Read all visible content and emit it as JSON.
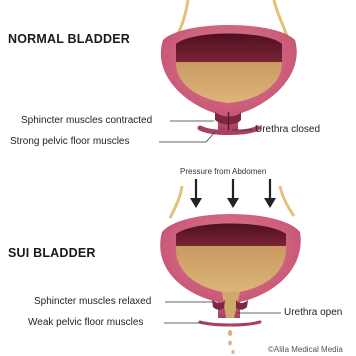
{
  "normal": {
    "title": "NORMAL BLADDER",
    "sphincter": "Sphincter muscles contracted",
    "pelvic": "Strong pelvic floor muscles",
    "urethra": "Urethra closed"
  },
  "sui": {
    "title": "SUI BLADDER",
    "pressure": "Pressure from Abdomen",
    "sphincter": "Sphincter muscles relaxed",
    "pelvic": "Weak pelvic floor muscles",
    "urethra": "Urethra open"
  },
  "credit": "©Alila Medical Media",
  "colors": {
    "wall": "#c95a77",
    "wall_dark": "#8a2f4a",
    "lumen": "#6b1c2c",
    "urine": "#cfa86e",
    "ureter": "#e2c27b"
  }
}
